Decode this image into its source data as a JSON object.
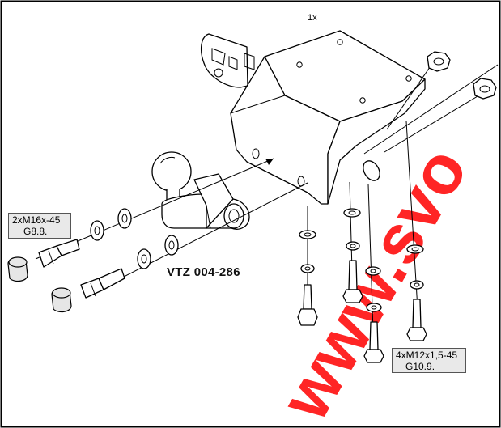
{
  "quantity_label": "1x",
  "model_label": "VTZ 004-286",
  "bolt_spec_left": {
    "line1": "2xM16x-45",
    "line2": "G8.8."
  },
  "bolt_spec_right": {
    "line1": "4xM12x1,5-45",
    "line2": "G10.9."
  },
  "watermark": "www.svo",
  "colors": {
    "watermark": "#ff1a1a",
    "label_box": "#e9e9e9",
    "line": "#000000"
  }
}
